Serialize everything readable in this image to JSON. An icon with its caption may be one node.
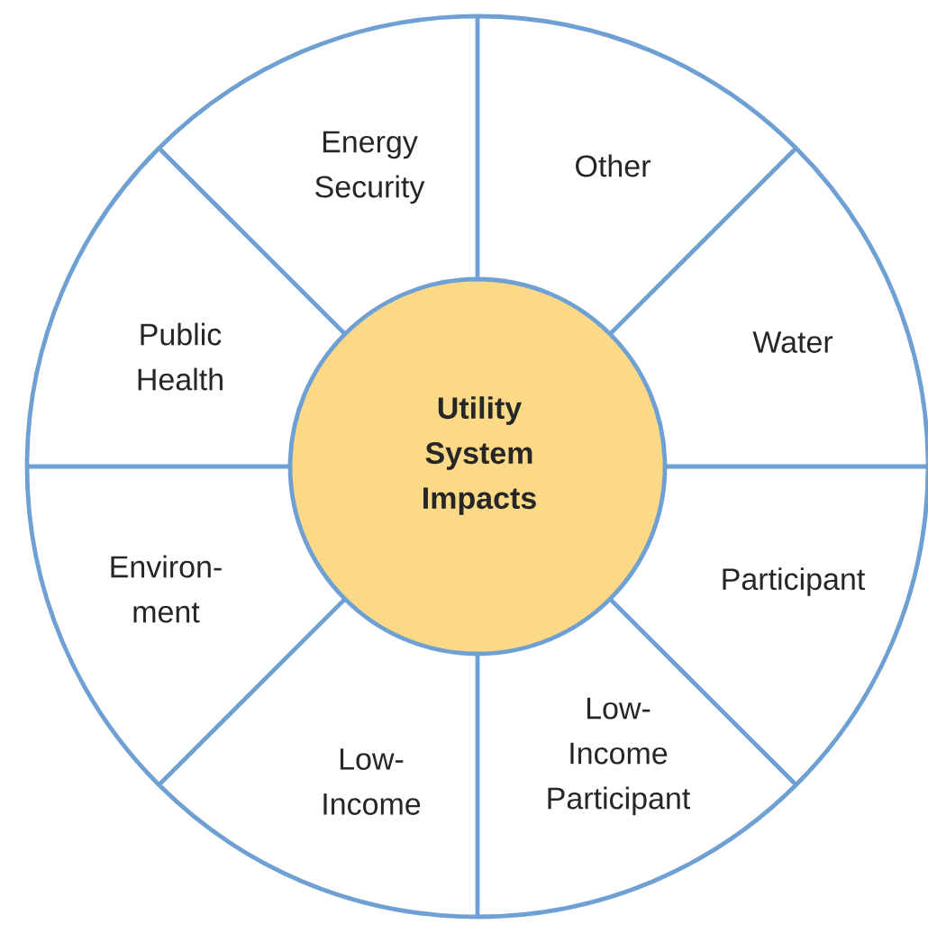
{
  "diagram": {
    "nodes": [
      {
        "text": [
          "Energy Security"
        ]
      },
      {
        "text": [
          "Other"
        ]
      },
      {
        "text": [
          "Public Health"
        ]
      },
      {
        "text": [
          "Water"
        ]
      },
      {
        "text": [
          "**Utility System Impacts**"
        ]
      },
      {
        "text": [
          "Environ- ment"
        ]
      },
      {
        "text": [
          "Participant"
        ]
      },
      {
        "text": [
          "Low- Income Participant"
        ]
      },
      {
        "text": [
          "Low- Income"
        ]
      }
    ]
  }
}
